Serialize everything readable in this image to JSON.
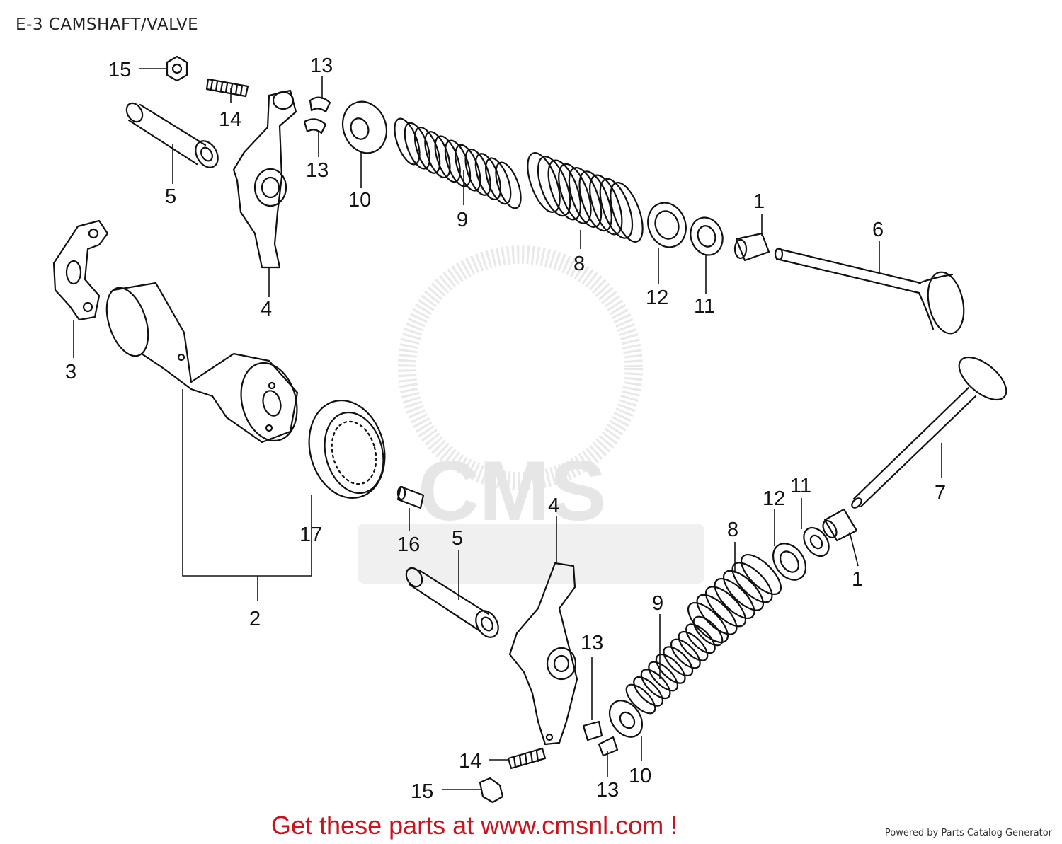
{
  "diagram": {
    "title": "E-3 CAMSHAFT/VALVE",
    "watermark": "CMS",
    "footer_link": "Get these parts at www.cmsnl.com !",
    "powered_by": "Powered by Parts Catalog Generator",
    "callouts": [
      "1",
      "1",
      "2",
      "3",
      "4",
      "4",
      "5",
      "5",
      "6",
      "7",
      "8",
      "8",
      "9",
      "9",
      "10",
      "10",
      "11",
      "11",
      "12",
      "12",
      "13",
      "13",
      "13",
      "13",
      "14",
      "14",
      "15",
      "15",
      "16",
      "17"
    ],
    "colors": {
      "ink": "#111111",
      "link": "#c8141c",
      "watermark": "#dcdcdc"
    }
  }
}
